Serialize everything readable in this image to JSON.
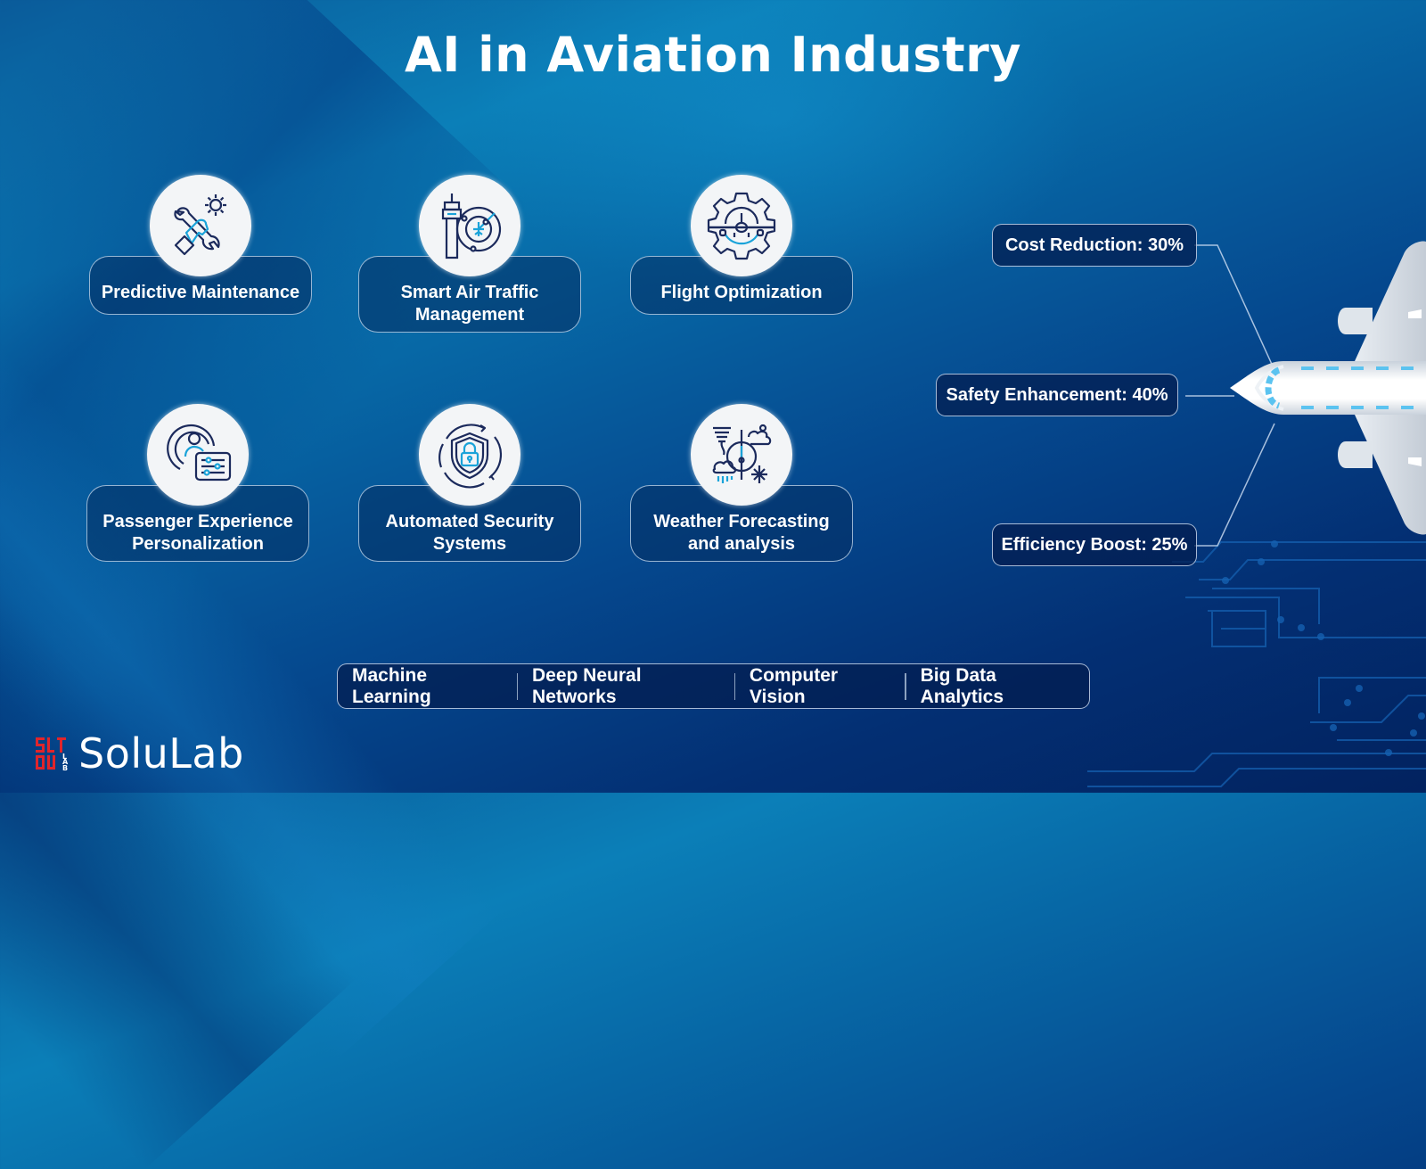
{
  "title": "AI in Aviation Industry",
  "features": [
    {
      "label": "Predictive Maintenance",
      "icon": "wrench-hand-gear-icon"
    },
    {
      "label": "Smart Air Traffic Management",
      "icon": "control-tower-radar-icon"
    },
    {
      "label": "Flight Optimization",
      "icon": "gear-airplane-icon"
    },
    {
      "label": "Passenger Experience Personalization",
      "icon": "user-settings-icon"
    },
    {
      "label": "Automated Security Systems",
      "icon": "shield-lock-icon"
    },
    {
      "label": "Weather Forecasting and analysis",
      "icon": "weather-gauge-icon"
    }
  ],
  "stats": [
    {
      "label": "Cost Reduction: 30%"
    },
    {
      "label": "Safety Enhancement: 40%"
    },
    {
      "label": "Efficiency Boost: 25%"
    }
  ],
  "technologies": [
    "Machine Learning",
    "Deep Neural Networks",
    "Computer Vision",
    "Big Data Analytics"
  ],
  "brand": {
    "name": "SoluLab",
    "logo_color": "#e0252b"
  },
  "colors": {
    "icon_dark": "#1b2a5c",
    "icon_accent": "#1aa3d9",
    "background_dark": "#02225f",
    "background_light": "#0b7fb8",
    "plane_window": "#5bc3f0"
  }
}
